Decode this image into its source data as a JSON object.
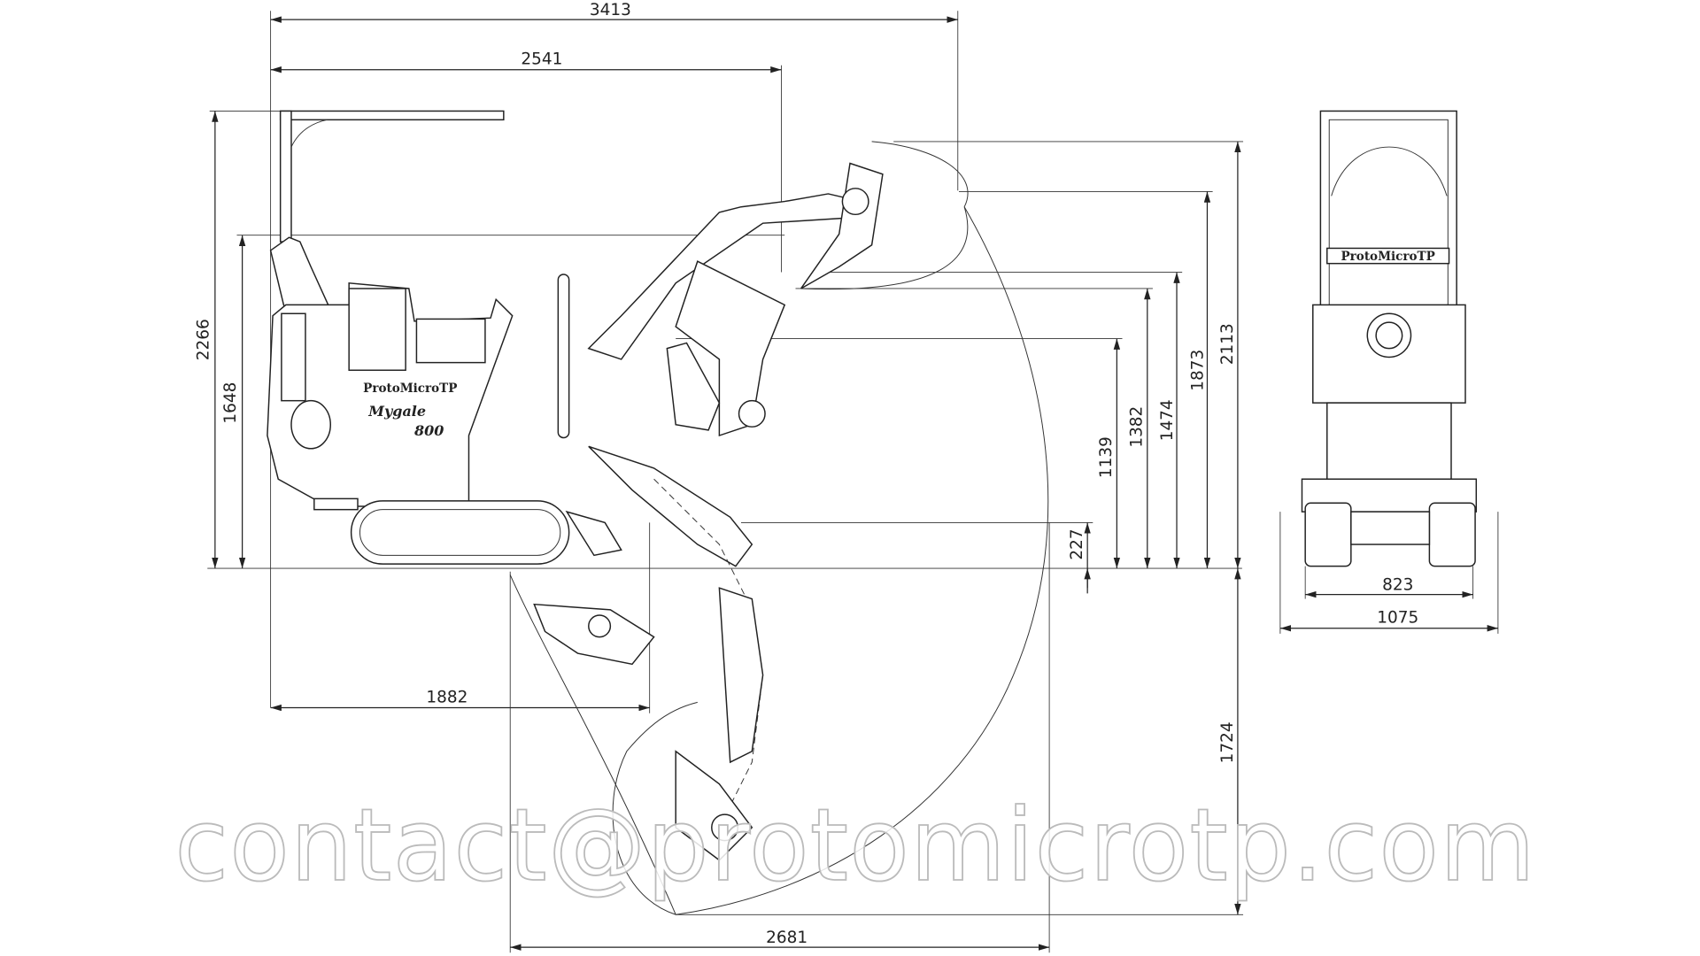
{
  "title": "ProtoMicroTP Mygale 800 dimension drawing",
  "dimensions": {
    "overall_reach": "3413",
    "reach_2": "2541",
    "canopy_height": "2266",
    "height_1648": "1648",
    "height_227": "227",
    "height_1139": "1139",
    "height_1382": "1382",
    "height_1474": "1474",
    "height_1873": "1873",
    "max_height": "2113",
    "dig_depth": "1724",
    "length_1882": "1882",
    "length_2681": "2681",
    "track_gauge": "823",
    "overall_width": "1075"
  },
  "machine_branding": {
    "brand": "ProtoMicroTP",
    "model": "Mygale",
    "model_number": "800"
  },
  "watermark": "contact@protomicrotp.com"
}
